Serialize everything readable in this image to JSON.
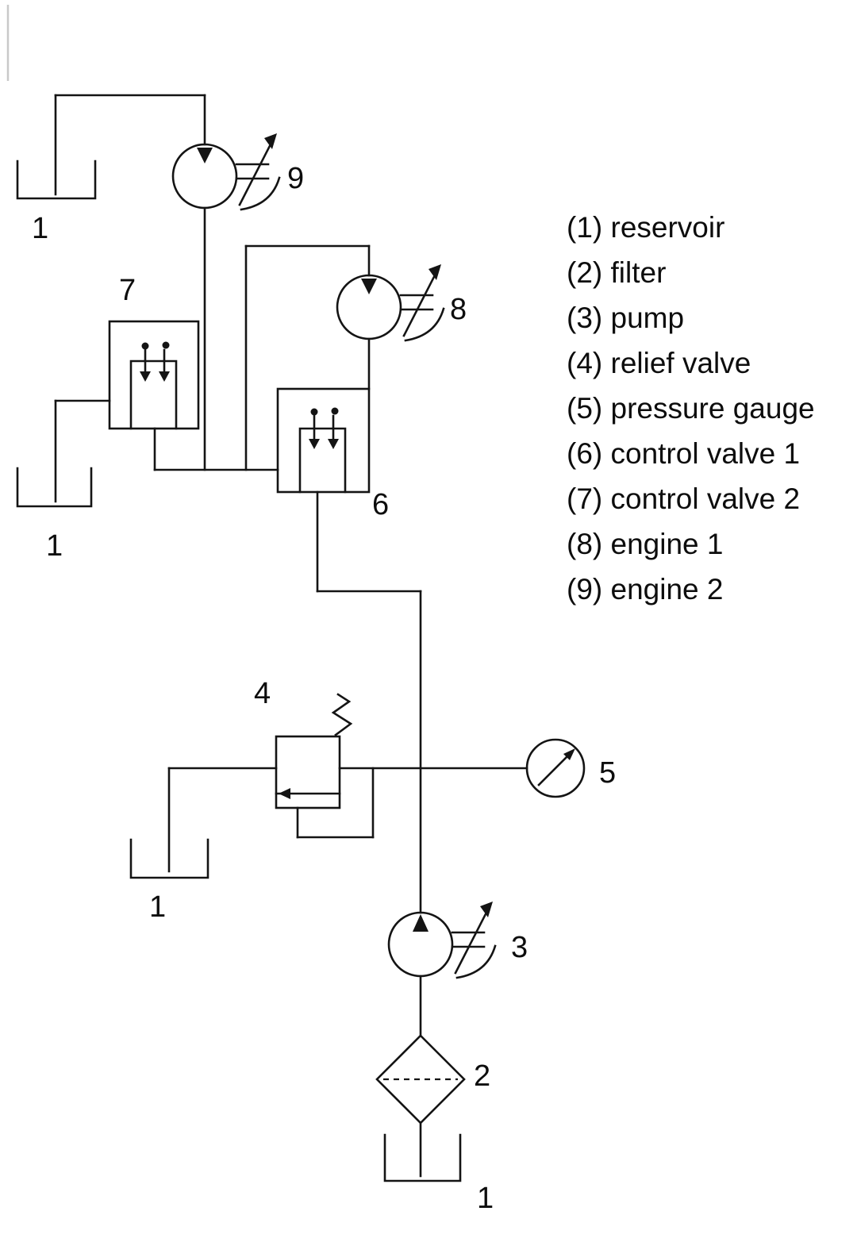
{
  "colors": {
    "line": "#141414",
    "background": "#ffffff"
  },
  "labels": {
    "reservoir_top_left": "1",
    "reservoir_mid_left": "1",
    "reservoir_lower_left": "1",
    "reservoir_bottom": "1",
    "filter": "2",
    "pump": "3",
    "relief_valve": "4",
    "pressure_gauge": "5",
    "control_valve_1": "6",
    "control_valve_2": "7",
    "engine_1": "8",
    "engine_2": "9"
  },
  "legend": {
    "items": [
      "(1) reservoir",
      "(2) filter",
      "(3) pump",
      "(4) relief valve",
      "(5) pressure gauge",
      "(6) control valve 1",
      "(7) control valve 2",
      "(8) engine 1",
      "(9) engine 2"
    ]
  }
}
